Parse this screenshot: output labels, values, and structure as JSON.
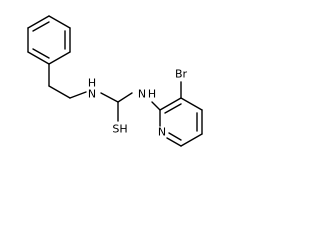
{
  "molecule": {
    "atoms": {
      "nh_left_n": "N",
      "nh_left_h": "H",
      "nh_right_n": "N",
      "nh_right_h": "H",
      "thiol": "SH",
      "bromine": "Br",
      "pyridine_n": "N"
    }
  }
}
